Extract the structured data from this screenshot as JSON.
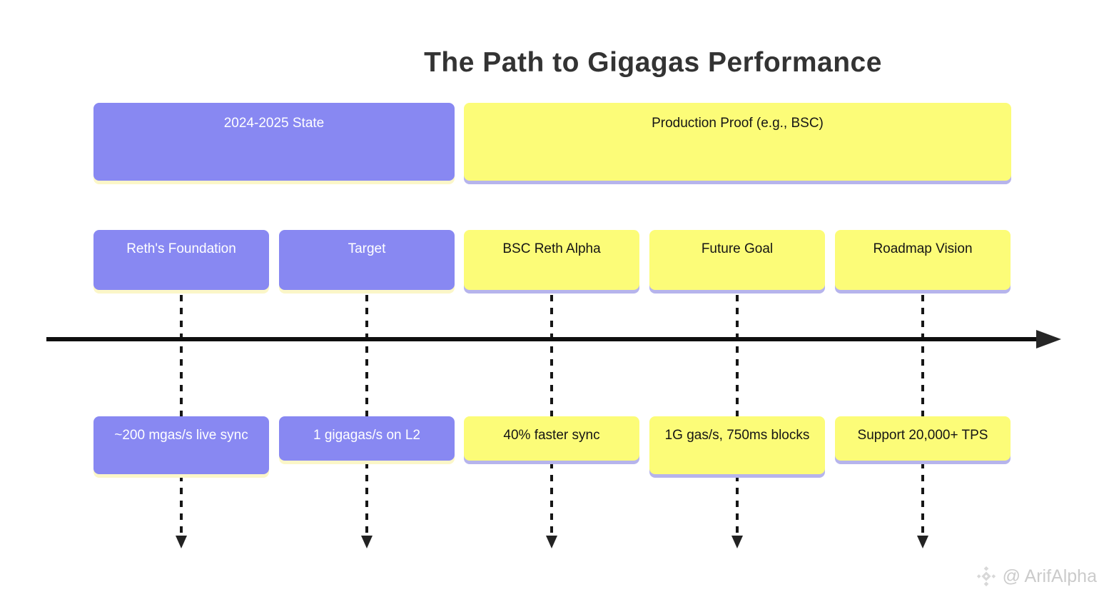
{
  "title": "The Path to Gigagas Performance",
  "colors": {
    "purple_box": "#8888F2",
    "yellow_box": "#FCFC78",
    "strip_under_purple": "#FBF6C8",
    "strip_under_yellow": "#B6B4EC",
    "purple_box_text": "#FFFFFF",
    "yellow_box_text": "#151515",
    "title_text": "#333333",
    "timeline_line": "#0F0F0F",
    "watermark_text": "#CBCBCB"
  },
  "timeline": {
    "eras": [
      {
        "label": "2024-2025 State",
        "color": "purple"
      },
      {
        "label": "Production Proof (e.g., BSC)",
        "color": "yellow"
      }
    ],
    "columns": [
      {
        "period": "Reth's Foundation",
        "event": "~200 mgas/s live sync",
        "color": "purple"
      },
      {
        "period": "Target",
        "event": "1 gigagas/s on L2",
        "color": "purple"
      },
      {
        "period": "BSC Reth Alpha",
        "event": "40% faster sync",
        "color": "yellow"
      },
      {
        "period": "Future Goal",
        "event": "1G gas/s, 750ms blocks",
        "color": "yellow"
      },
      {
        "period": "Roadmap Vision",
        "event": "Support 20,000+ TPS",
        "color": "yellow"
      }
    ]
  },
  "watermark": {
    "handle": "@ ArifAlpha",
    "logo": "binance-diamond-logo"
  }
}
